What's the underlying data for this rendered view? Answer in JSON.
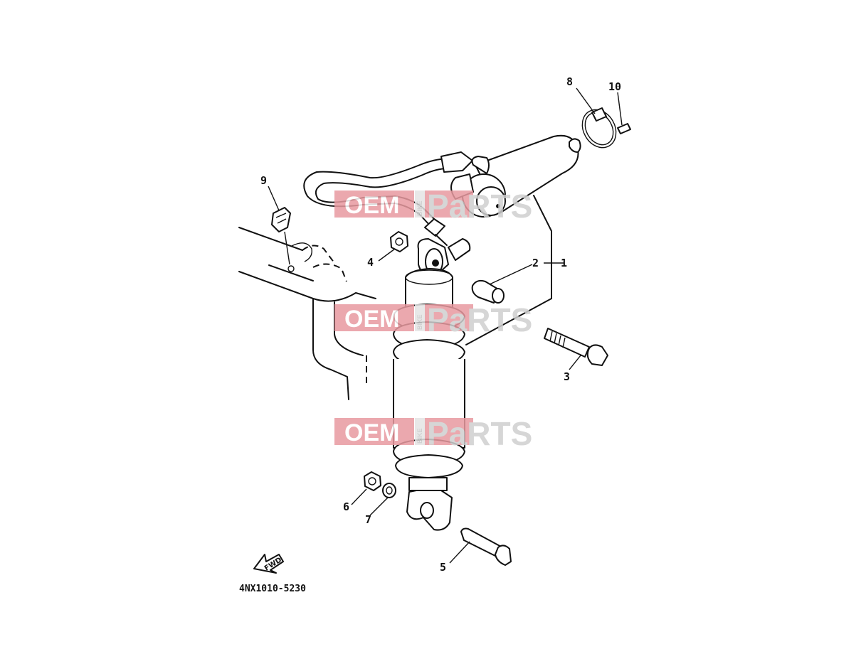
{
  "diagram": {
    "part_code": "4NX1010-5230",
    "fwd_label": "FWD",
    "callouts": [
      {
        "id": "1",
        "label": "1"
      },
      {
        "id": "2",
        "label": "2"
      },
      {
        "id": "3",
        "label": "3"
      },
      {
        "id": "4",
        "label": "4"
      },
      {
        "id": "5",
        "label": "5"
      },
      {
        "id": "6",
        "label": "6"
      },
      {
        "id": "7",
        "label": "7"
      },
      {
        "id": "8",
        "label": "8"
      },
      {
        "id": "9",
        "label": "9"
      },
      {
        "id": "10",
        "label": "10"
      }
    ]
  },
  "watermark": {
    "left": "OEM",
    "middle": "BIKE",
    "right": "PaRTS",
    "colors": {
      "left_bg": "#e89aa0",
      "middle_bg": "#e4e4e4",
      "right_text": "#cfcfcf"
    }
  }
}
